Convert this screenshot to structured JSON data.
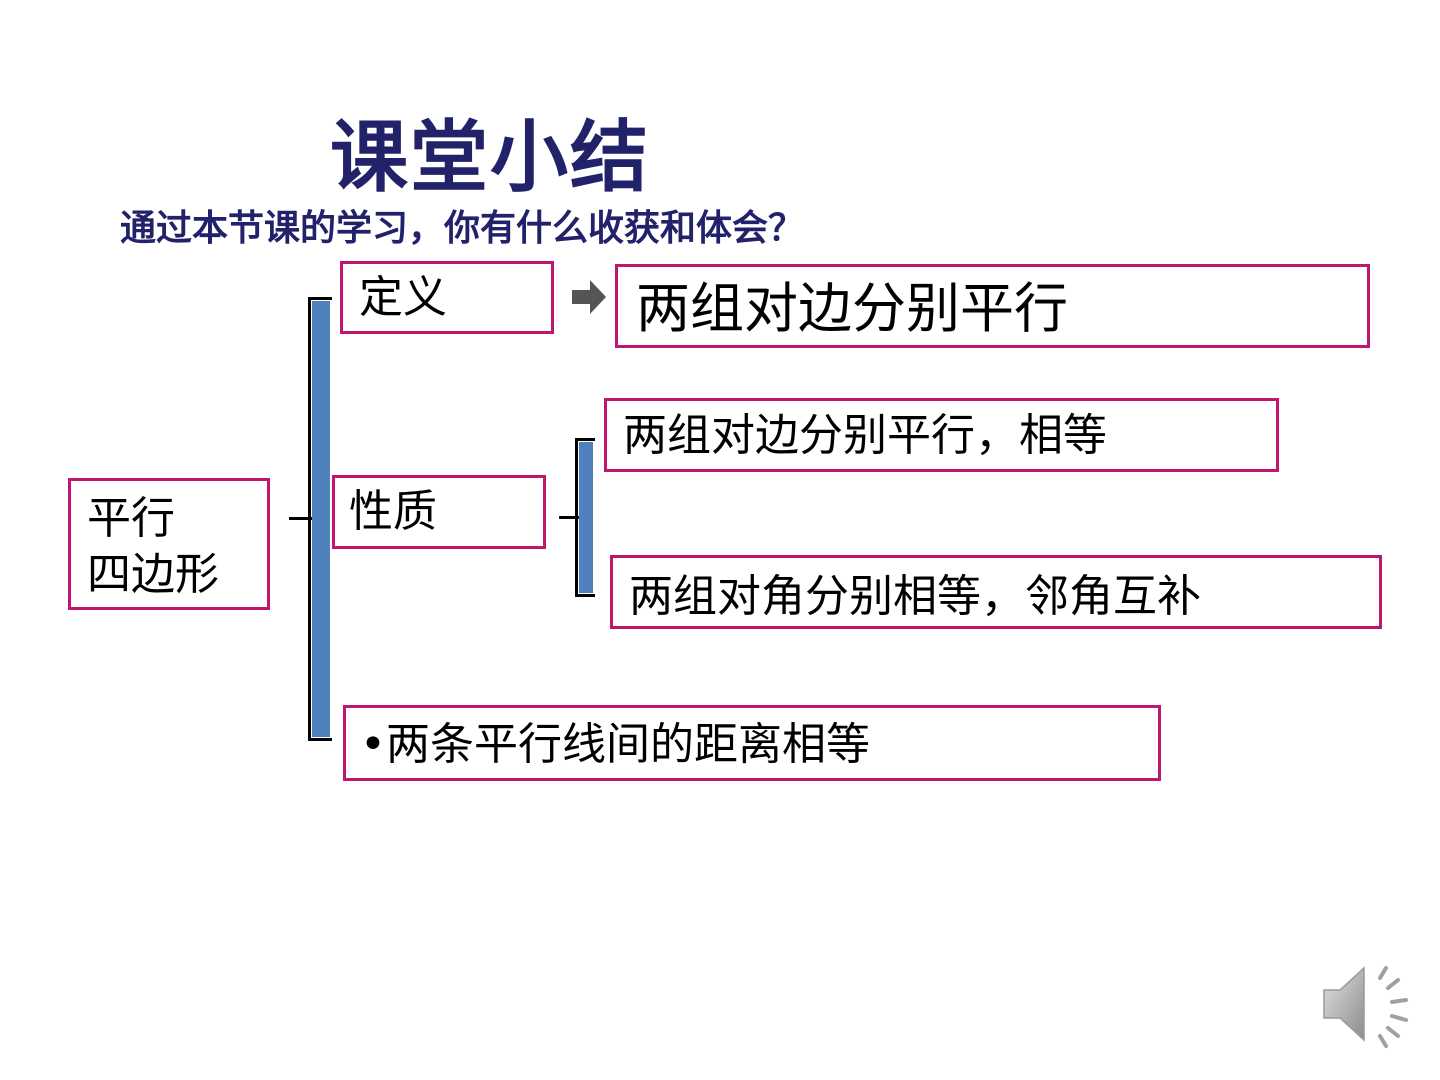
{
  "slide": {
    "title": "课堂小结",
    "subtitle": "通过本节课的学习，你有什么收获和体会？"
  },
  "diagram": {
    "root": {
      "line1": "平行",
      "line2": "四边形"
    },
    "definition": {
      "label": "定义",
      "content": "两组对边分别平行"
    },
    "properties": {
      "label": "性质",
      "items": [
        "两组对边分别平行，相等",
        "两组对角分别相等，邻角互补"
      ]
    },
    "extra": "•两条平行线间的距离相等"
  },
  "colors": {
    "title": "#22226a",
    "box_border": "#c0166e",
    "bracket": "#4f81bd"
  },
  "icons": {
    "arrow": "right-arrow-icon",
    "speaker": "speaker-icon"
  }
}
